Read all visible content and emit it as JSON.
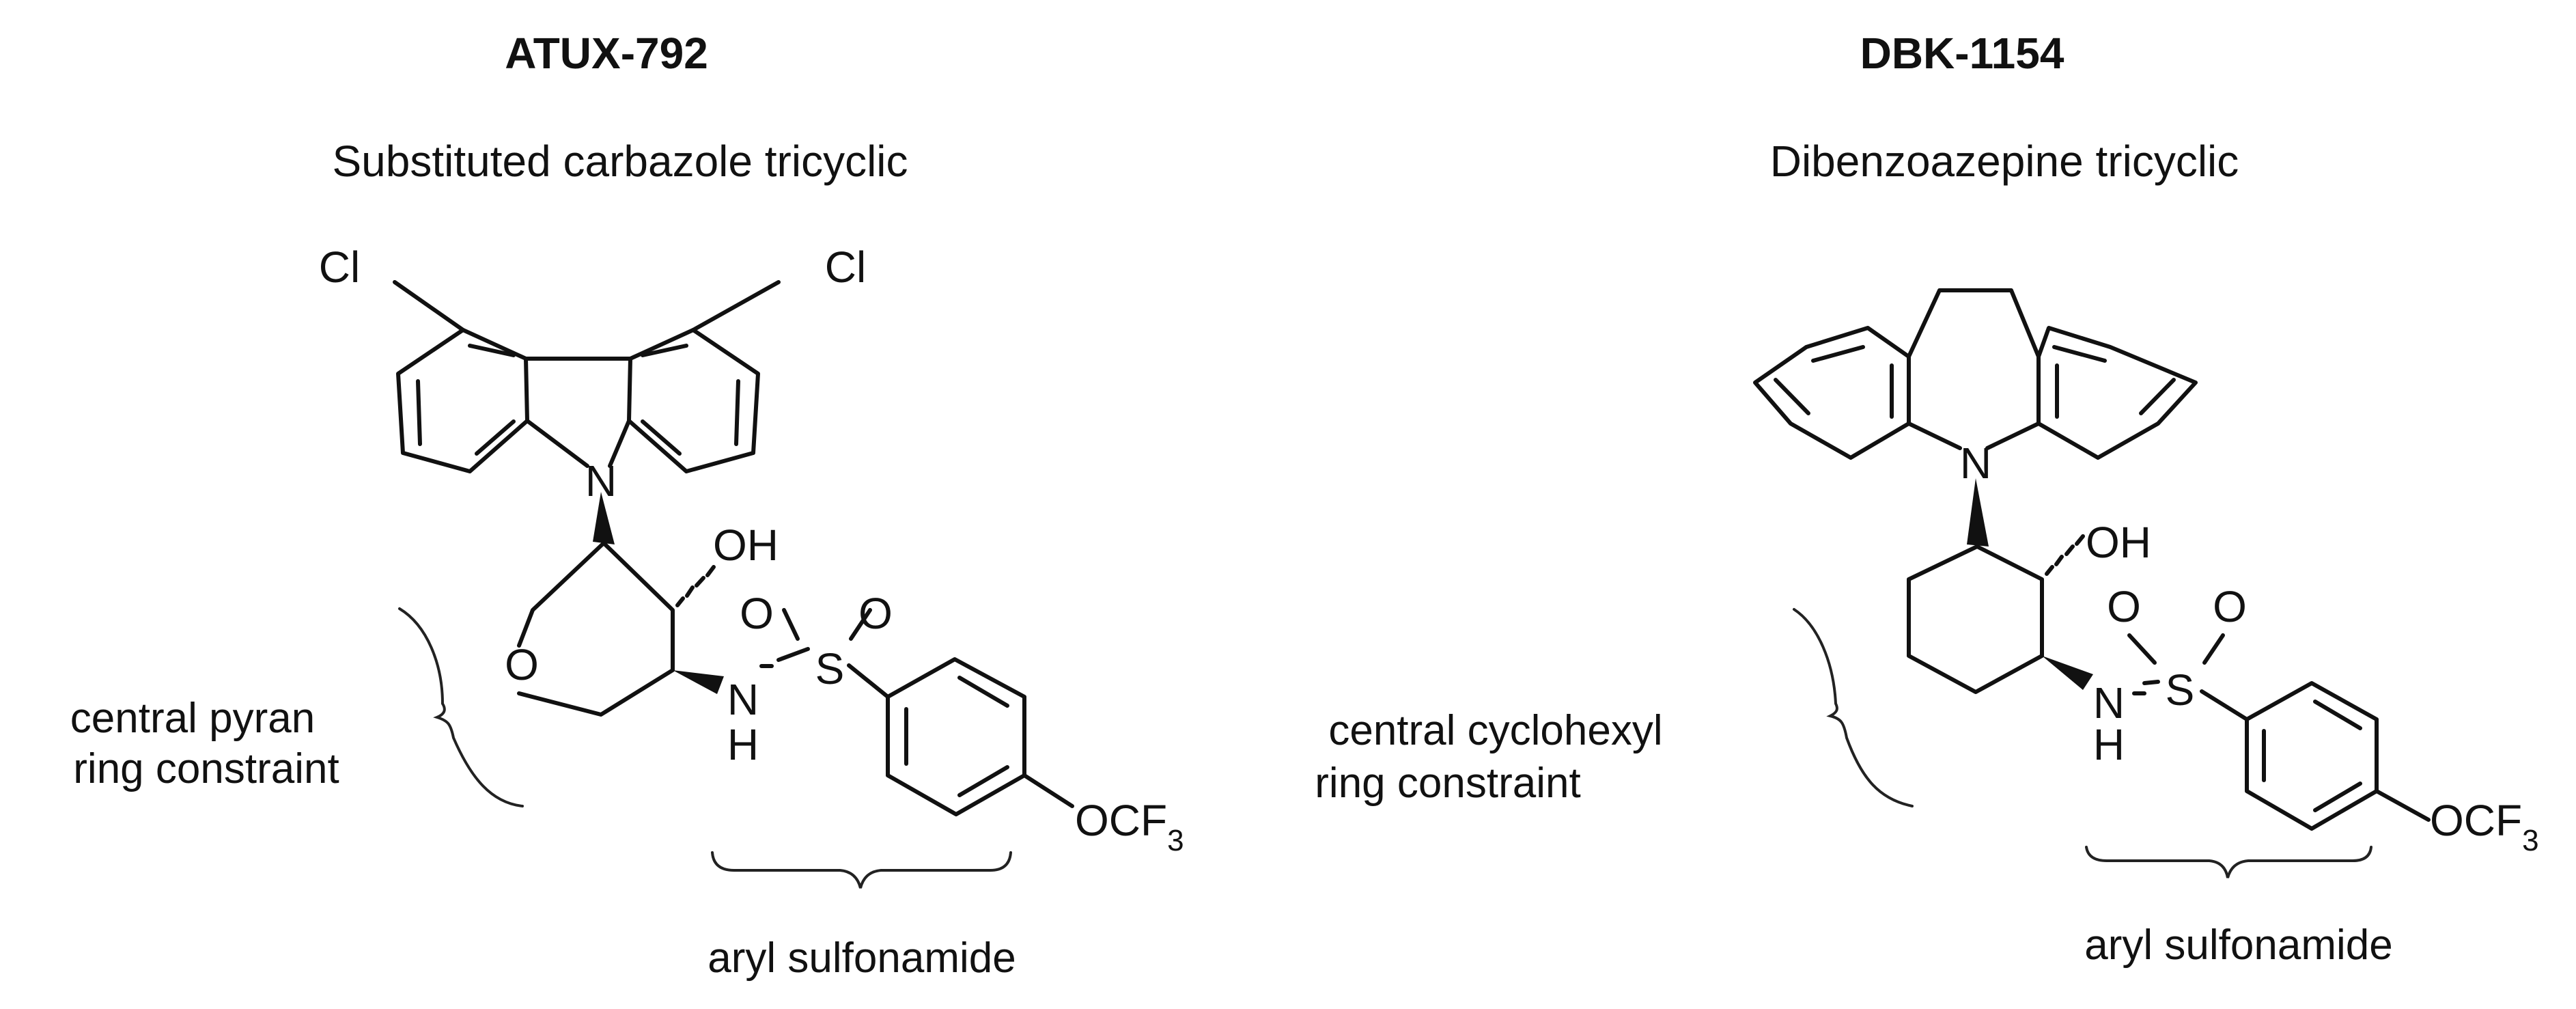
{
  "figure": {
    "left": {
      "name": "ATUX-792",
      "subtitle": "Substituted carbazole tricyclic",
      "atoms": {
        "cl_left": "Cl",
        "cl_right": "Cl",
        "n_core": "N",
        "oh": "OH",
        "o_ring": "O",
        "nh_n": "N",
        "nh_h": "H",
        "s": "S",
        "o1": "O",
        "o2": "O",
        "ocf": "OCF",
        "sub3": "3"
      },
      "annotations": {
        "ring_line1": "central pyran",
        "ring_line2": "ring constraint",
        "sulfonamide": "aryl sulfonamide"
      }
    },
    "right": {
      "name": "DBK-1154",
      "subtitle": "Dibenzoazepine tricyclic",
      "atoms": {
        "n_core": "N",
        "oh": "OH",
        "nh_n": "N",
        "nh_h": "H",
        "s": "S",
        "o1": "O",
        "o2": "O",
        "ocf": "OCF",
        "sub3": "3"
      },
      "annotations": {
        "ring_line1": "central cyclohexyl",
        "ring_line2": "ring constraint",
        "sulfonamide": "aryl sulfonamide"
      }
    }
  }
}
